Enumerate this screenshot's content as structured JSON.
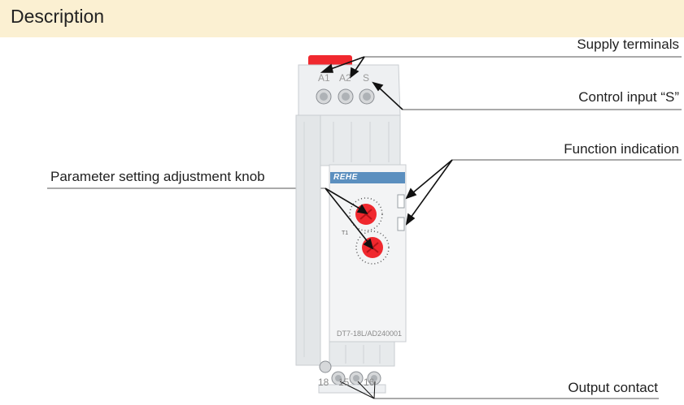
{
  "header": {
    "title": "Description"
  },
  "callouts": {
    "supply_terminals": "Supply  terminals",
    "control_input": "Control input “S”",
    "function_indication": "Function indication",
    "parameter_knob": "Parameter setting adjustment knob",
    "output_contact": "Output contact"
  },
  "device": {
    "brand": "REHE",
    "model": "DT7-18L/AD240001",
    "top_terminals": [
      "A1",
      "A2",
      "S"
    ],
    "bottom_terminals": [
      "18",
      "15",
      "16"
    ],
    "dial_label_t1": "T1"
  },
  "colors": {
    "header_bg": "#fbf0d2",
    "knob_red": "#f0282e",
    "body_gray": "#e9ecee",
    "brand_blue": "#5b8fbf"
  }
}
